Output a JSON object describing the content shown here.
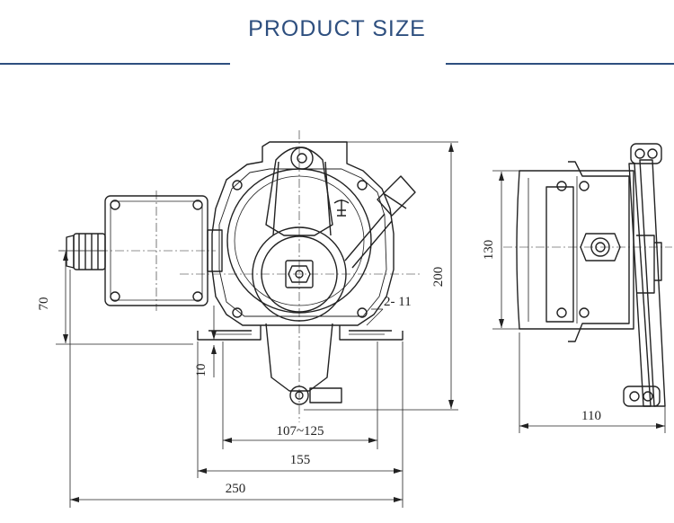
{
  "header": {
    "title": "PRODUCT SIZE",
    "accent_color": "#2e4f7f"
  },
  "dimensions": {
    "width_70": "70",
    "height_200": "200",
    "holes": "2- 11",
    "base_10": "10",
    "span_107_125": "107~125",
    "span_155": "155",
    "span_250": "250",
    "side_130": "130",
    "side_110": "110"
  }
}
